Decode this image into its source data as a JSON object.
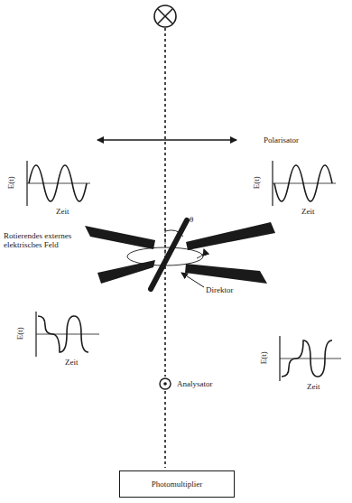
{
  "diagram": {
    "nodes": [
      {
        "text": [
          "Photomultiplier"
        ]
      }
    ],
    "labels": [
      "Polarisator",
      "E(t)",
      "Zeit",
      "E(t)",
      "Zeit",
      "Rotierendes externes elektrisches Feld",
      "E(t)",
      "Zeit",
      "E(t)",
      "Zeit",
      "θ",
      "Direktor",
      "Analysator"
    ]
  }
}
